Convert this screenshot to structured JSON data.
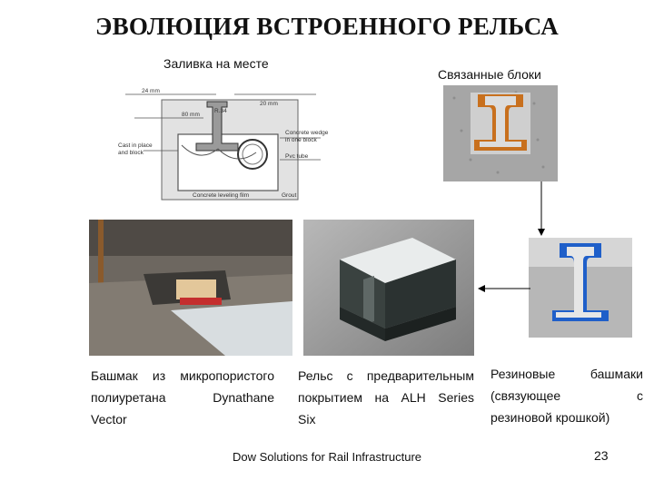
{
  "title": "ЭВОЛЮЦИЯ ВСТРОЕННОГО РЕЛЬСА",
  "labels": {
    "cast_in_place": "Заливка на месте",
    "bonded_blocks": "Связанные блоки"
  },
  "captions": [
    {
      "lines": [
        "Башмак из микропористого",
        "полиуретана Dynathane",
        "Vector"
      ]
    },
    {
      "lines": [
        "Рельс с предварительным",
        "покрытием на ALH Series",
        "Six"
      ]
    },
    {
      "lines": [
        "Резиновые башмаки",
        "(связующее с",
        "резиновой крошкой)"
      ]
    }
  ],
  "diagram": {
    "top_label": "24 mm",
    "rail_label": "R.34",
    "depth_label": "80 mm",
    "width_label": "20 mm",
    "left_label_1": "Cast in place",
    "left_label_2": "and block",
    "right_label_1": "Concrete wedge",
    "right_label_2": "in one block",
    "right_label_3": "Pvc tube",
    "bottom_label_1": "Concrete leveling film",
    "bottom_label_2": "Grout"
  },
  "footer": "Dow Solutions for Rail Infrastructure",
  "page_number": "23",
  "colors": {
    "orange_pad": "#c8701e",
    "blue_pad": "#1f5fc9",
    "concrete": "#a9a9a9"
  }
}
